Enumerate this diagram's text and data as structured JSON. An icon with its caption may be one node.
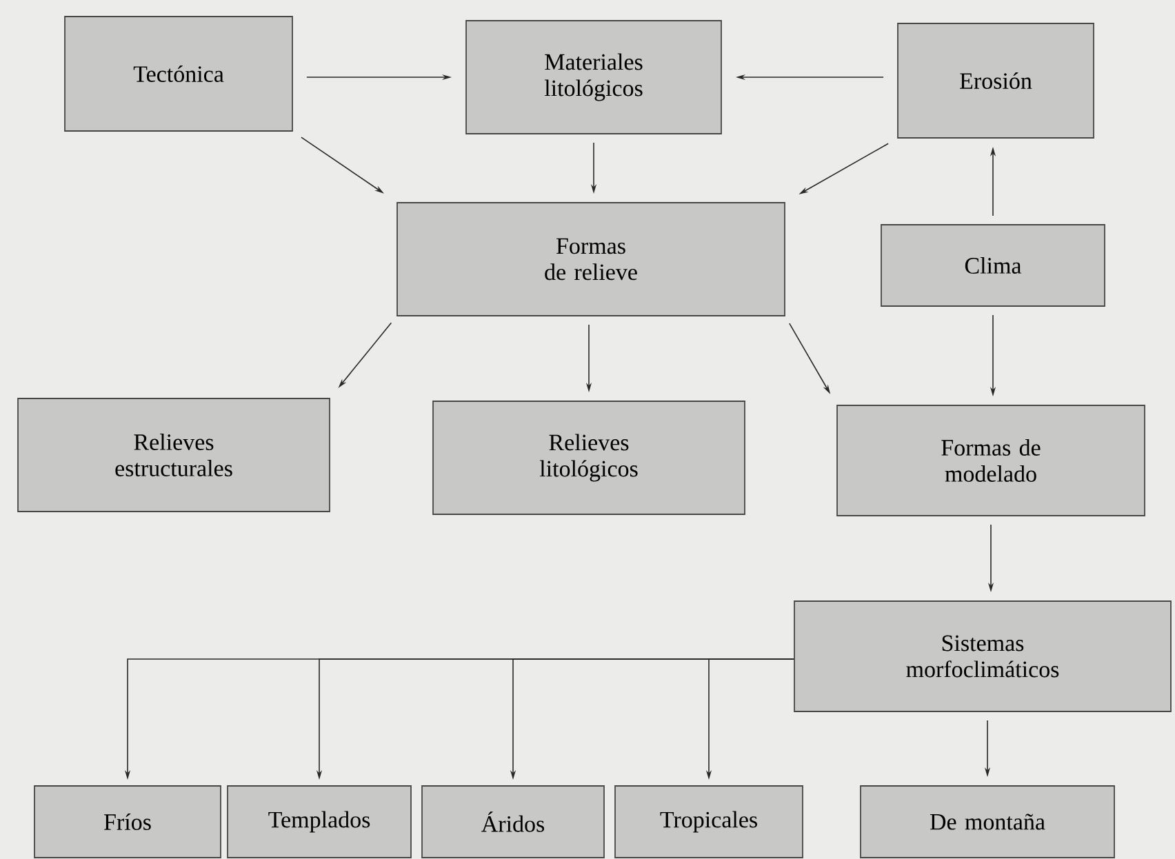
{
  "diagram": {
    "nodes": [
      {
        "text": [
          "Tectónica"
        ]
      },
      {
        "text": [
          "Materiales litológicos"
        ]
      },
      {
        "text": [
          "Erosión"
        ]
      },
      {
        "text": [
          "Formas de relieve"
        ]
      },
      {
        "text": [
          "Clima"
        ]
      },
      {
        "text": [
          "Relieves estructurales"
        ]
      },
      {
        "text": [
          "Relieves litológicos"
        ]
      },
      {
        "text": [
          "Formas de modelado"
        ]
      },
      {
        "text": [
          "Sistemas morfoclimáticos"
        ]
      },
      {
        "text": [
          "Fríos"
        ]
      },
      {
        "text": [
          "Templados"
        ]
      },
      {
        "text": [
          "Áridos"
        ]
      },
      {
        "text": [
          "Tropicales"
        ]
      },
      {
        "text": [
          "De montaña"
        ]
      }
    ],
    "edges": [
      {
        "from": 0,
        "to": 1,
        "arrow": "to"
      },
      {
        "from": 2,
        "to": 1,
        "arrow": "to"
      },
      {
        "from": 0,
        "to": 3,
        "arrow": "to"
      },
      {
        "from": 1,
        "to": 3,
        "arrow": "to"
      },
      {
        "from": 2,
        "to": 3,
        "arrow": "to"
      },
      {
        "from": 4,
        "to": 2,
        "arrow": "to"
      },
      {
        "from": 3,
        "to": 5,
        "arrow": "to"
      },
      {
        "from": 3,
        "to": 6,
        "arrow": "to"
      },
      {
        "from": 3,
        "to": 7,
        "arrow": "to"
      },
      {
        "from": 4,
        "to": 7,
        "arrow": "to"
      },
      {
        "from": 7,
        "to": 8,
        "arrow": "to"
      },
      {
        "from": 8,
        "to": 9,
        "arrow": "to"
      },
      {
        "from": 8,
        "to": 10,
        "arrow": "to"
      },
      {
        "from": 8,
        "to": 11,
        "arrow": "to"
      },
      {
        "from": 8,
        "to": 12,
        "arrow": "to"
      },
      {
        "from": 8,
        "to": 13,
        "arrow": "to"
      }
    ]
  }
}
